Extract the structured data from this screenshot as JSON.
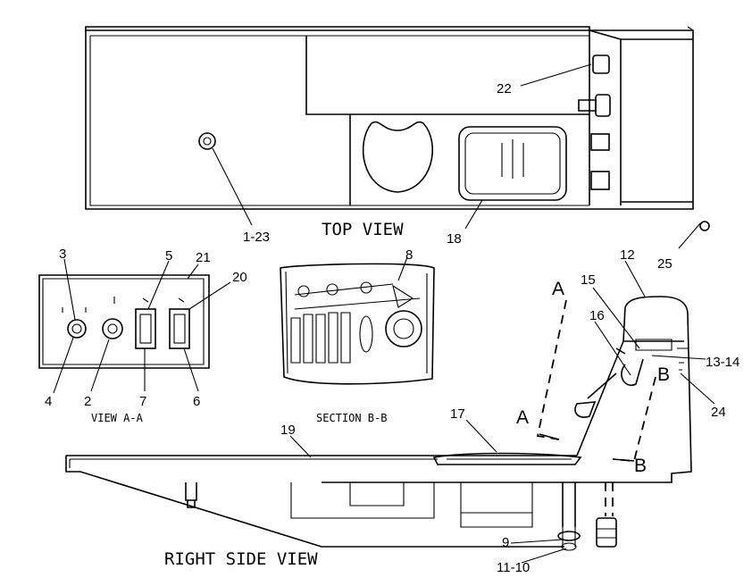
{
  "views": {
    "top": "TOP VIEW",
    "right_side": "RIGHT SIDE VIEW",
    "view_aa": "VIEW A-A",
    "section_bb": "SECTION B-B"
  },
  "section_letters": [
    "A",
    "A",
    "B",
    "B"
  ],
  "callouts": [
    "22",
    "1-23",
    "18",
    "25",
    "3",
    "5",
    "21",
    "20",
    "8",
    "12",
    "15",
    "16",
    "13-14",
    "24",
    "4",
    "2",
    "7",
    "6",
    "17",
    "19",
    "9",
    "11-10"
  ]
}
